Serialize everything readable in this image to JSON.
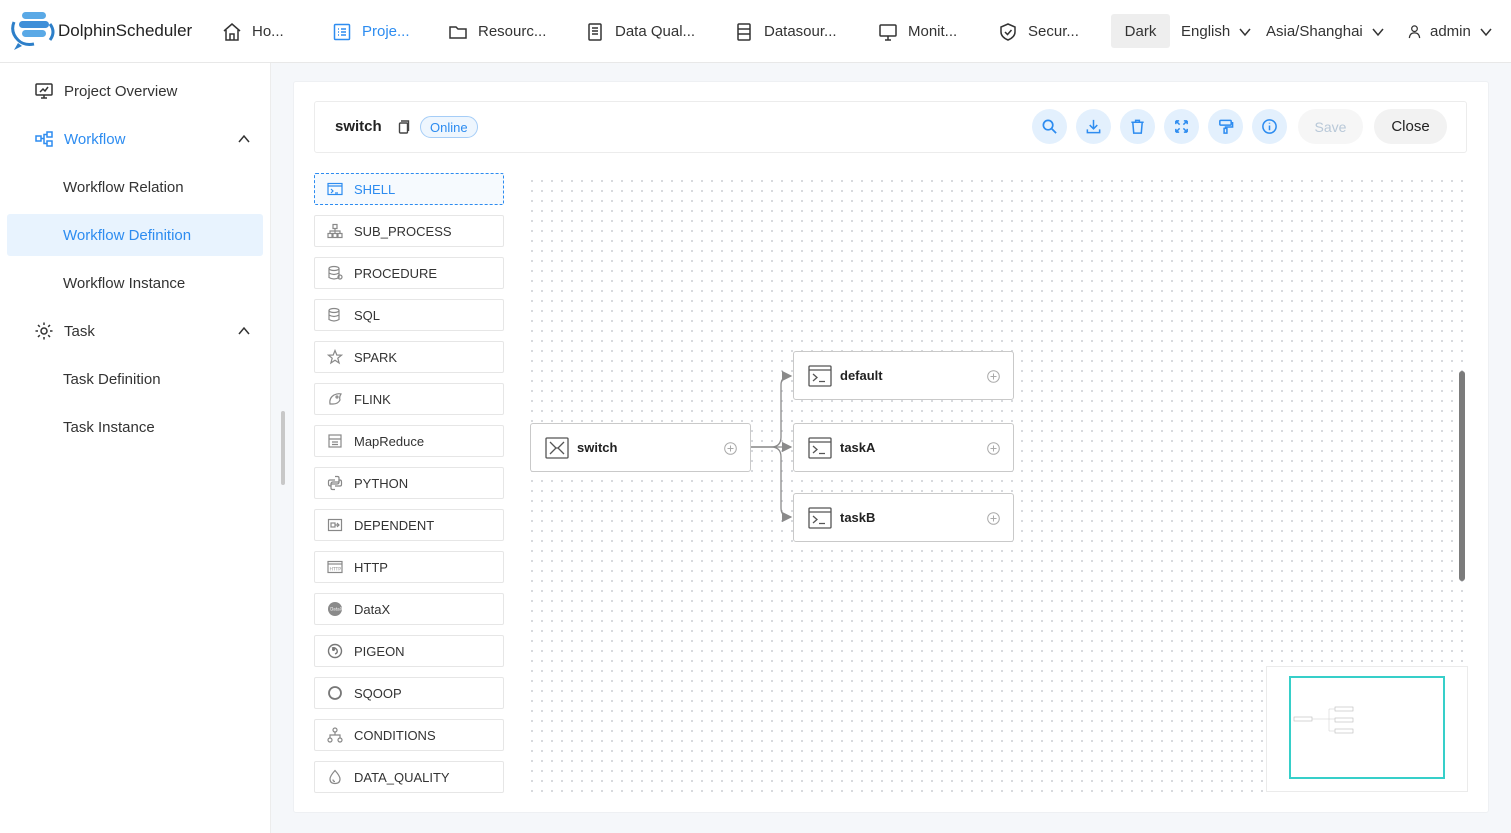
{
  "brand": {
    "name": "DolphinScheduler"
  },
  "nav": [
    {
      "label": "Ho...",
      "icon": "home-icon",
      "active": false
    },
    {
      "label": "Proje...",
      "icon": "project-icon",
      "active": true
    },
    {
      "label": "Resourc...",
      "icon": "folder-icon",
      "active": false
    },
    {
      "label": "Data Qual...",
      "icon": "document-icon",
      "active": false
    },
    {
      "label": "Datasour...",
      "icon": "database-icon",
      "active": false
    },
    {
      "label": "Monit...",
      "icon": "monitor-icon",
      "active": false
    },
    {
      "label": "Secur...",
      "icon": "shield-icon",
      "active": false
    }
  ],
  "header_right": {
    "theme": "Dark",
    "language": "English",
    "timezone": "Asia/Shanghai",
    "user": "admin"
  },
  "sidebar": {
    "project_overview": "Project Overview",
    "workflow": {
      "label": "Workflow",
      "items": [
        "Workflow Relation",
        "Workflow Definition",
        "Workflow Instance"
      ],
      "selected": "Workflow Definition"
    },
    "task": {
      "label": "Task",
      "items": [
        "Task Definition",
        "Task Instance"
      ]
    }
  },
  "toolbar": {
    "workflow_name": "switch",
    "status": "Online",
    "save_label": "Save",
    "close_label": "Close",
    "icons": [
      "search-icon",
      "download-icon",
      "delete-icon",
      "fullscreen-icon",
      "format-icon",
      "info-icon"
    ]
  },
  "palette": [
    {
      "label": "SHELL",
      "icon": "shell-icon",
      "selected": true
    },
    {
      "label": "SUB_PROCESS",
      "icon": "sub-process-icon"
    },
    {
      "label": "PROCEDURE",
      "icon": "procedure-icon"
    },
    {
      "label": "SQL",
      "icon": "sql-icon"
    },
    {
      "label": "SPARK",
      "icon": "spark-icon"
    },
    {
      "label": "FLINK",
      "icon": "flink-icon"
    },
    {
      "label": "MapReduce",
      "icon": "mapreduce-icon"
    },
    {
      "label": "PYTHON",
      "icon": "python-icon"
    },
    {
      "label": "DEPENDENT",
      "icon": "dependent-icon"
    },
    {
      "label": "HTTP",
      "icon": "http-icon"
    },
    {
      "label": "DataX",
      "icon": "datax-icon"
    },
    {
      "label": "PIGEON",
      "icon": "pigeon-icon"
    },
    {
      "label": "SQOOP",
      "icon": "sqoop-icon"
    },
    {
      "label": "CONDITIONS",
      "icon": "conditions-icon"
    },
    {
      "label": "DATA_QUALITY",
      "icon": "data-quality-icon"
    }
  ],
  "dag": {
    "nodes": [
      {
        "id": "switch",
        "label": "switch",
        "type": "SWITCH"
      },
      {
        "id": "default",
        "label": "default",
        "type": "SHELL"
      },
      {
        "id": "taskA",
        "label": "taskA",
        "type": "SHELL"
      },
      {
        "id": "taskB",
        "label": "taskB",
        "type": "SHELL"
      }
    ],
    "edges": [
      [
        "switch",
        "default"
      ],
      [
        "switch",
        "taskA"
      ],
      [
        "switch",
        "taskB"
      ]
    ]
  },
  "colors": {
    "accent": "#2d8cf0",
    "minimap_frame": "#36cfc9"
  }
}
